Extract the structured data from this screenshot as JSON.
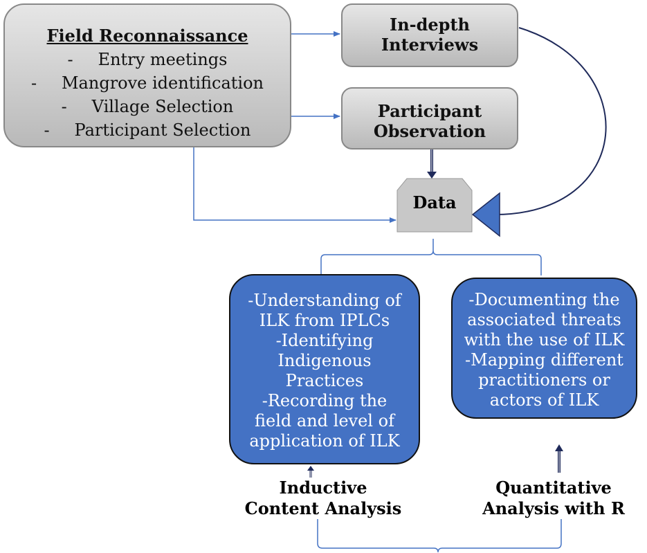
{
  "field_reconnaissance": {
    "title": "Field Reconnaissance",
    "items": [
      "Entry meetings",
      "Mangrove identification",
      "Village Selection",
      "Participant Selection"
    ]
  },
  "interviews": [
    "In-depth",
    "Interviews"
  ],
  "observation": [
    "Participant",
    "Observation"
  ],
  "data_label": "Data",
  "left_box": [
    "-Understanding of",
    "ILK from IPLCs",
    "-Identifying",
    "Indigenous",
    "Practices",
    "-Recording the",
    "field and level of",
    "application of ILK"
  ],
  "right_box": [
    "-Documenting the",
    "associated threats",
    "with the use of ILK",
    "-Mapping different",
    "practitioners or",
    "actors of ILK"
  ],
  "inductive": [
    "Inductive",
    "Content Analysis"
  ],
  "quantitative": [
    "Quantitative",
    "Analysis with R"
  ],
  "colors": {
    "box_gray": "#c8c8c8",
    "box_blue": "#4472c4",
    "connector_blue": "#4472c4",
    "arrow_navy": "#1f2a5a"
  }
}
